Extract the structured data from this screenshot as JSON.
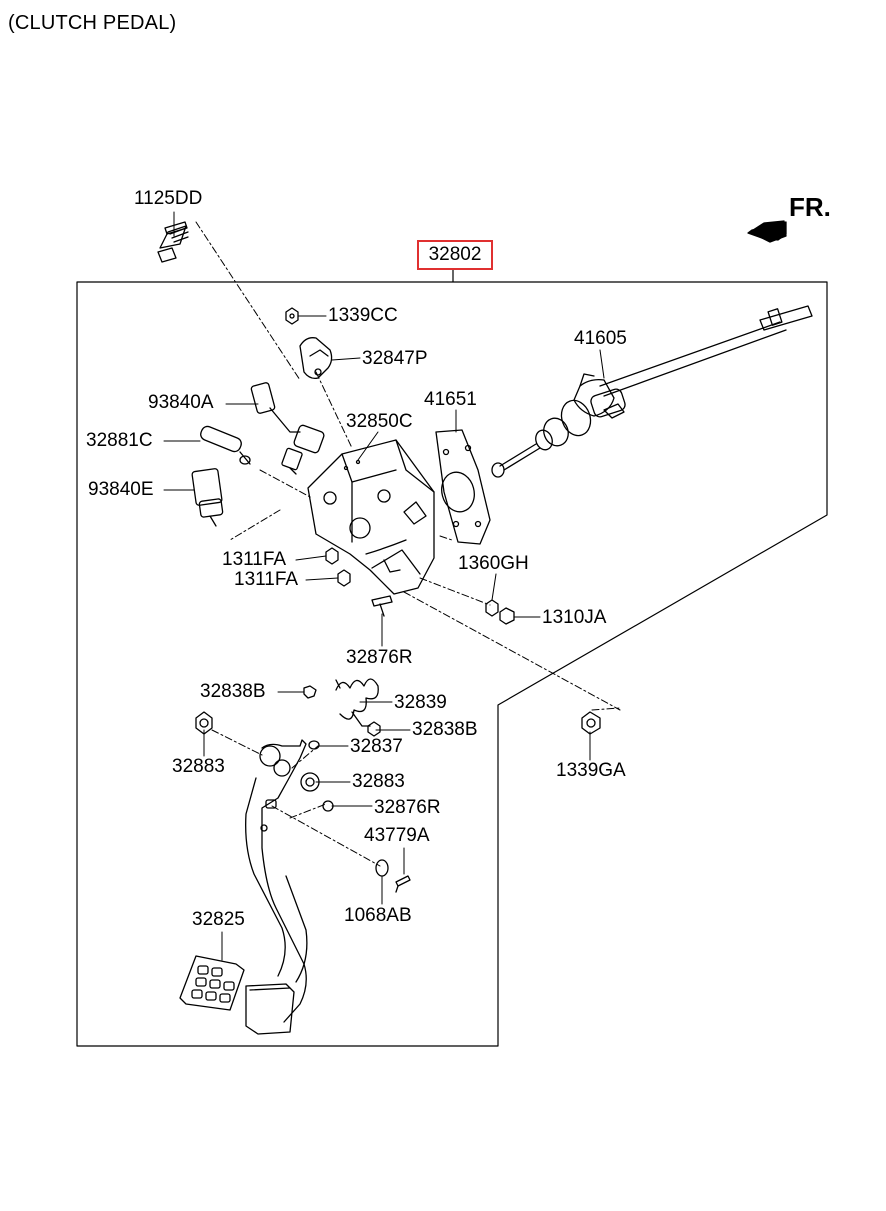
{
  "title": "(CLUTCH PEDAL)",
  "direction_label": "FR.",
  "assembly": {
    "number": "32802",
    "highlight_color": "#e03030"
  },
  "parts": {
    "p1125DD": "1125DD",
    "p1339CC": "1339CC",
    "p32847P": "32847P",
    "p41605": "41605",
    "p93840A": "93840A",
    "p41651": "41651",
    "p32850C": "32850C",
    "p32881C": "32881C",
    "p93840E": "93840E",
    "p1311FA_a": "1311FA",
    "p1311FA_b": "1311FA",
    "p1360GH": "1360GH",
    "p1310JA": "1310JA",
    "p32876R_a": "32876R",
    "p32838B_a": "32838B",
    "p32839": "32839",
    "p32838B_b": "32838B",
    "p32883_a": "32883",
    "p32837": "32837",
    "p1339GA": "1339GA",
    "p32883_b": "32883",
    "p32876R_b": "32876R",
    "p43779A": "43779A",
    "p1068AB": "1068AB",
    "p32825": "32825"
  }
}
